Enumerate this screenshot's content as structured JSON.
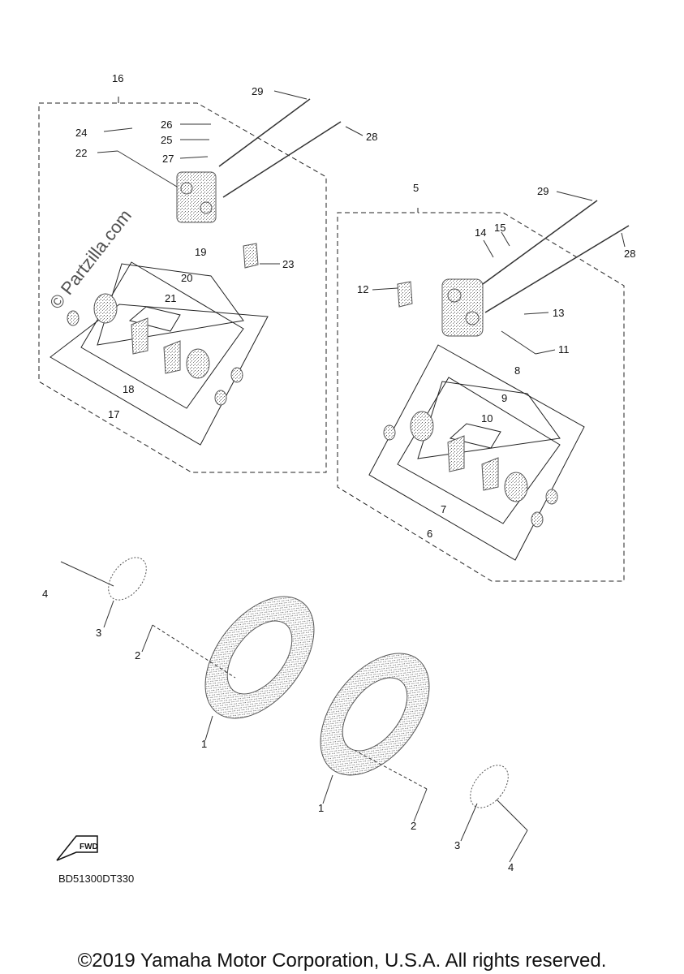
{
  "watermark": "© Partzilla.com",
  "diagram_code": "BD51300DT330",
  "fwd_label": "FWD",
  "copyright": "©2019 Yamaha Motor Corporation, U.S.A. All rights reserved.",
  "callouts": {
    "c1a": "1",
    "c1b": "1",
    "c2a": "2",
    "c2b": "2",
    "c3a": "3",
    "c3b": "3",
    "c4a": "4",
    "c4b": "4",
    "c5": "5",
    "c6": "6",
    "c7": "7",
    "c8": "8",
    "c9": "9",
    "c10": "10",
    "c11": "11",
    "c12": "12",
    "c13": "13",
    "c14": "14",
    "c15": "15",
    "c16": "16",
    "c17": "17",
    "c18": "18",
    "c19": "19",
    "c20": "20",
    "c21": "21",
    "c22": "22",
    "c23": "23",
    "c24": "24",
    "c25": "25",
    "c26": "26",
    "c27": "27",
    "c28a": "28",
    "c28b": "28",
    "c29a": "29",
    "c29b": "29"
  }
}
